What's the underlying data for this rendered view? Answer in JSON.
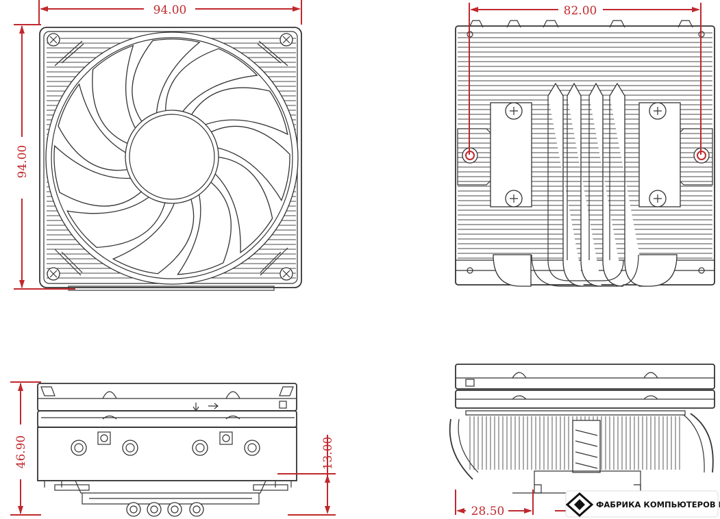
{
  "dimensions": {
    "top_width": "94.00",
    "top_height": "94.00",
    "bracket_width": "82.00",
    "total_height": "46.90",
    "base_height": "13.00",
    "offset": "28.50"
  },
  "watermark": {
    "text": "ФАБРИКА КОМПЬЮТЕРОВ FK.BY"
  },
  "colors": {
    "dimension": "#c0282d",
    "line": "#333333"
  }
}
